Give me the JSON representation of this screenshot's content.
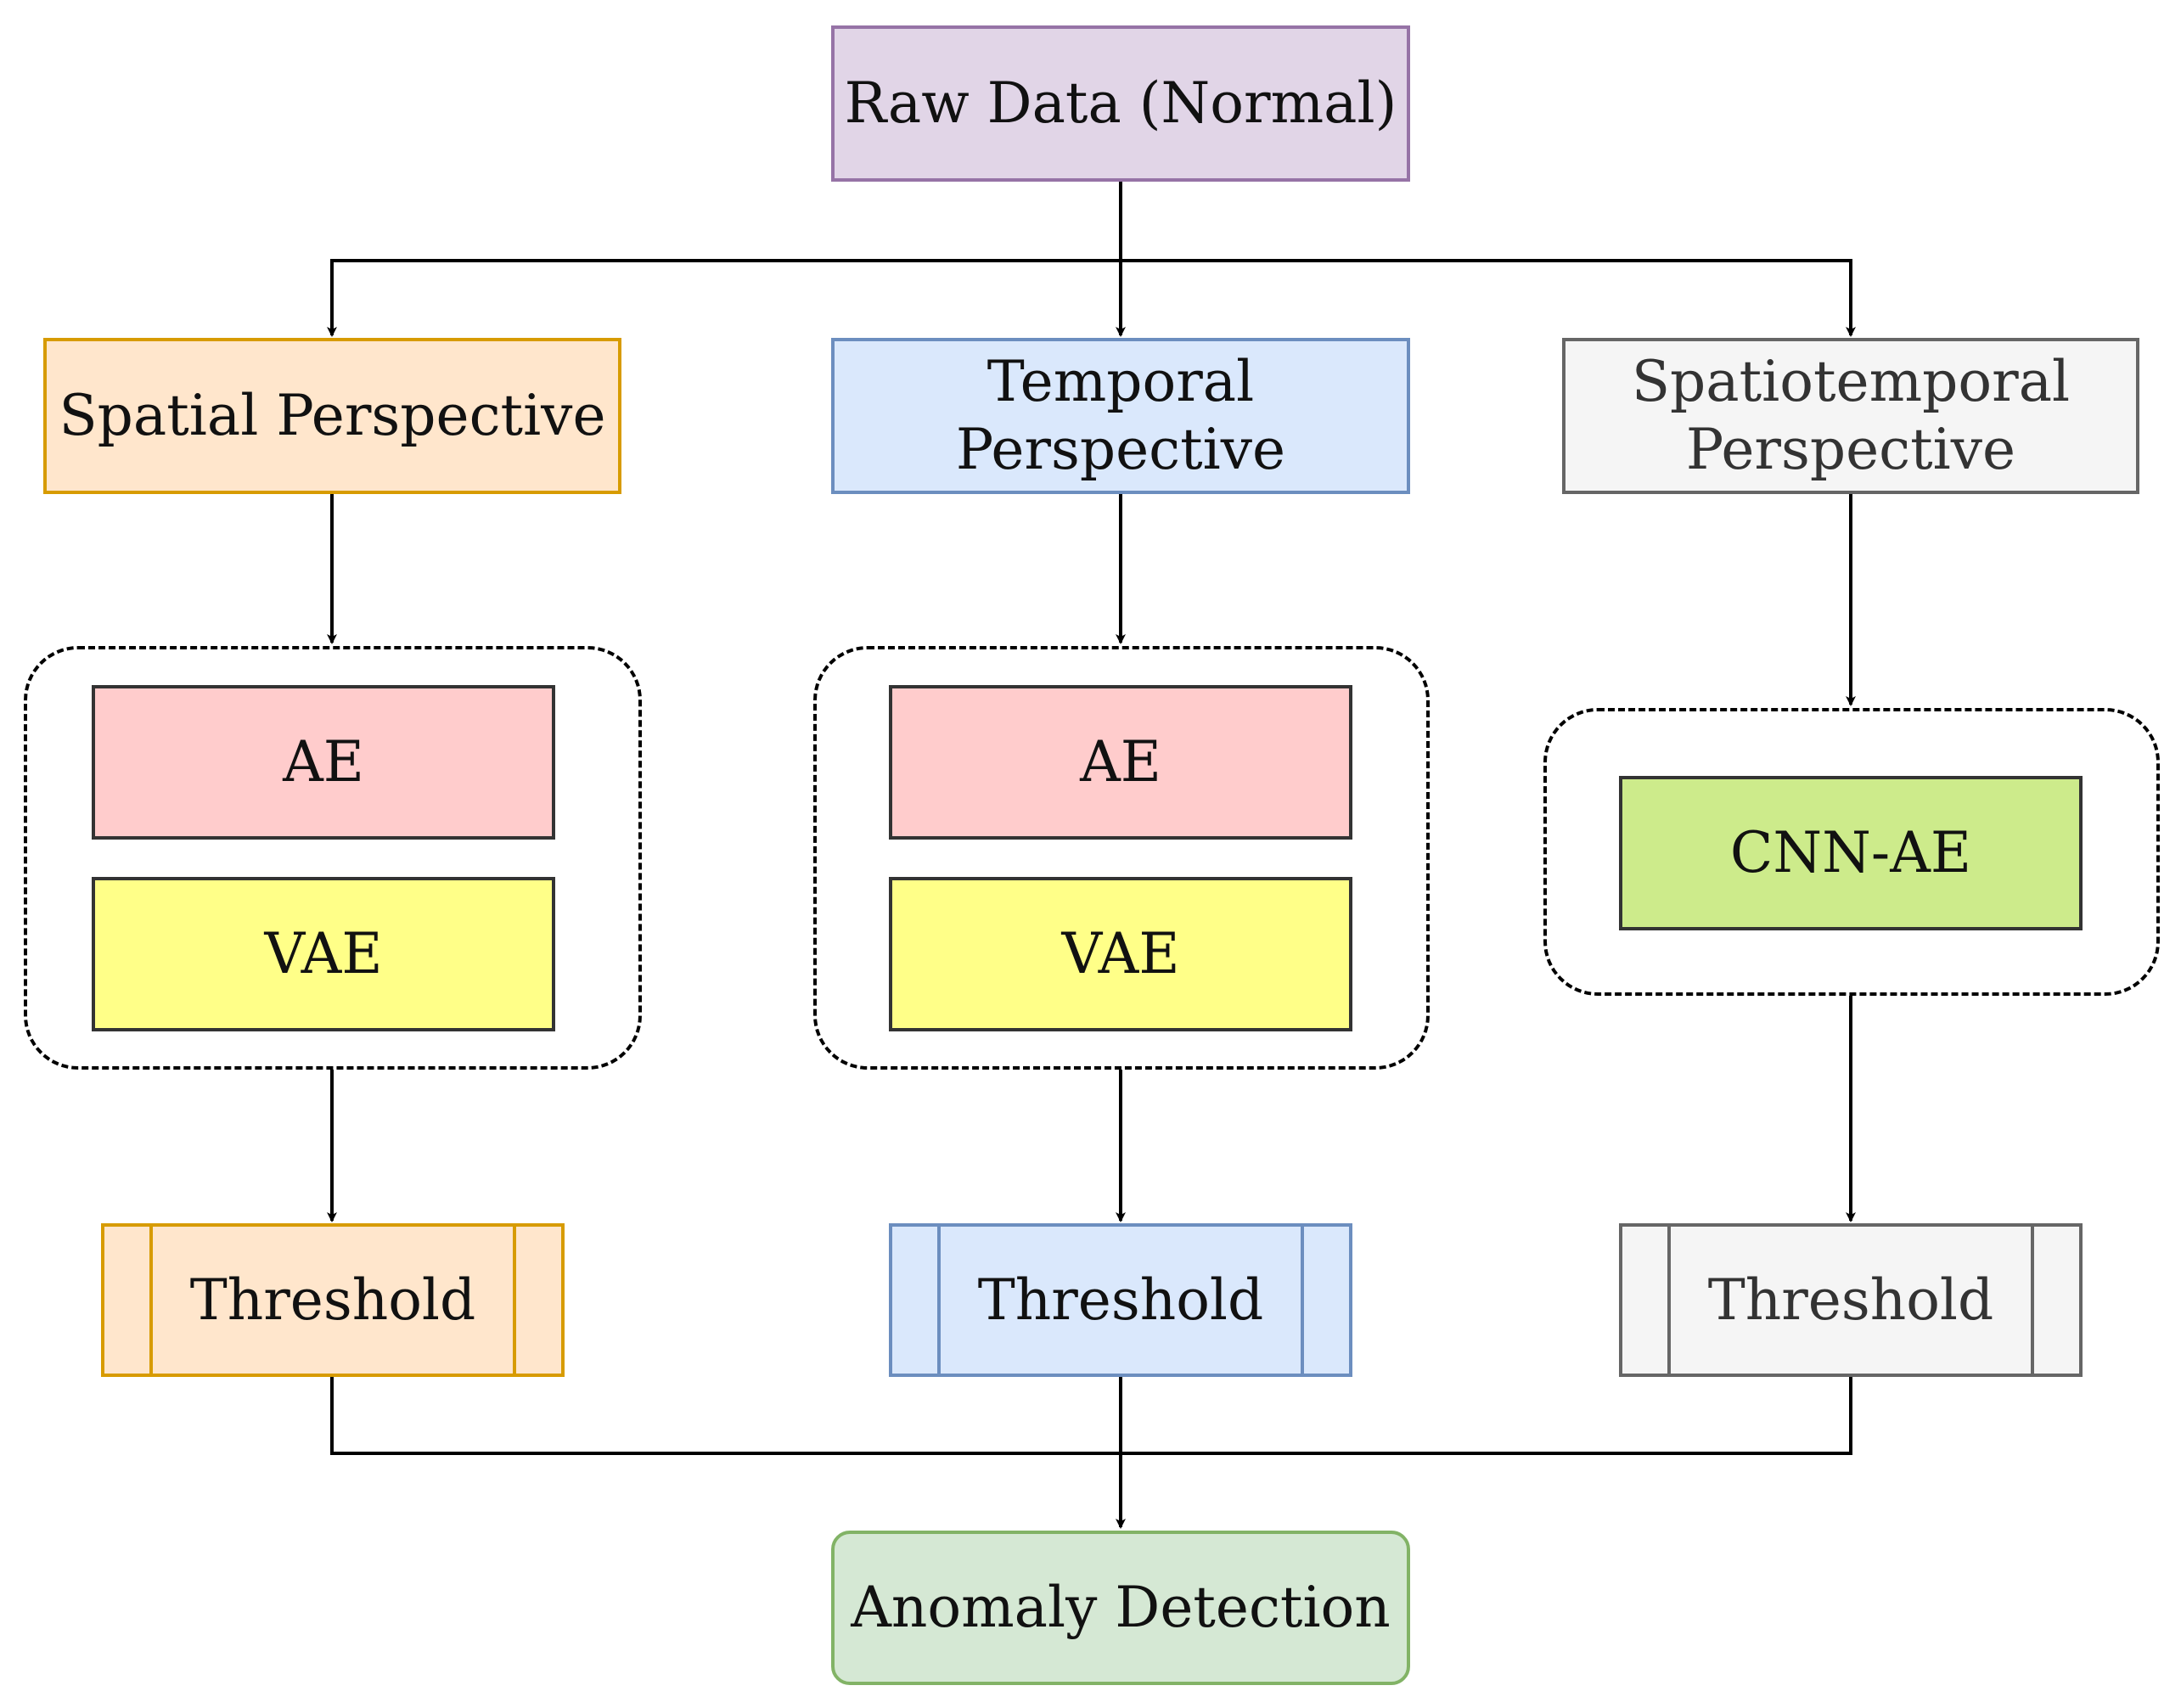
{
  "diagram": {
    "source": {
      "label": "Raw Data (Normal)"
    },
    "perspectives": [
      {
        "id": "spatial",
        "label": "Spatial Perspective",
        "models": [
          "AE",
          "VAE"
        ],
        "threshold": "Threshold"
      },
      {
        "id": "temporal",
        "label": "Temporal Perspective",
        "models": [
          "AE",
          "VAE"
        ],
        "threshold": "Threshold"
      },
      {
        "id": "spatiotemporal",
        "label_lines": [
          "Spatiotemporal",
          "Perspective"
        ],
        "models": [
          "CNN-AE"
        ],
        "threshold": "Threshold"
      }
    ],
    "output": {
      "label": "Anomaly Detection"
    }
  },
  "colors": {
    "raw": {
      "fill": "#e1d5e7",
      "stroke": "#9673a6"
    },
    "spatial": {
      "fill": "#ffe6cc",
      "stroke": "#d79b00"
    },
    "temporal": {
      "fill": "#dae8fc",
      "stroke": "#6c8ebf"
    },
    "spatiotemporal": {
      "fill": "#f5f5f5",
      "stroke": "#666666"
    },
    "ae": {
      "fill": "#ffcccc",
      "stroke": "#333333"
    },
    "vae": {
      "fill": "#ffff88",
      "stroke": "#333333"
    },
    "cnn_ae": {
      "fill": "#cdeb8b",
      "stroke": "#333333"
    },
    "output": {
      "fill": "#d5e8d4",
      "stroke": "#82b366"
    }
  }
}
